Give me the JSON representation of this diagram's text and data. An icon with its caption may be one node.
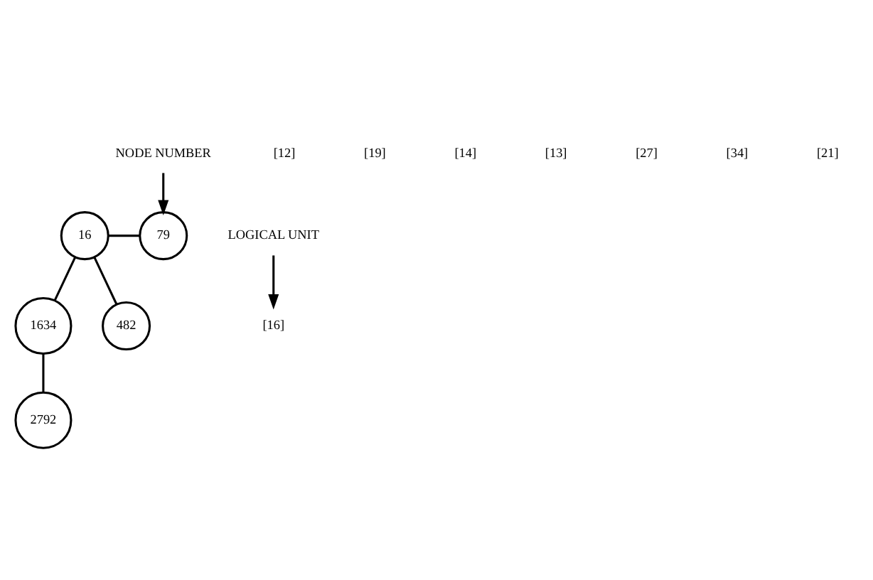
{
  "diagram": {
    "nodes": [
      {
        "text": [
          "NODE NUMBER"
        ]
      },
      {
        "text": [
          "16"
        ]
      },
      {
        "text": [
          "79"
        ]
      },
      {
        "text": [
          "LOGICAL UNIT"
        ]
      },
      {
        "text": [
          "[16]"
        ]
      },
      {
        "text": [
          "1634"
        ]
      },
      {
        "text": [
          "482"
        ]
      },
      {
        "text": [
          "2792"
        ]
      }
    ],
    "edges": [
      {
        "from": 0,
        "to": 2,
        "arrow": "to"
      },
      {
        "from": 3,
        "to": 4,
        "arrow": "to"
      },
      {
        "from": 1,
        "to": 2,
        "arrow": "none"
      },
      {
        "from": 1,
        "to": 5,
        "arrow": "none"
      },
      {
        "from": 1,
        "to": 6,
        "arrow": "none"
      },
      {
        "from": 5,
        "to": 7,
        "arrow": "none"
      }
    ],
    "labels": [
      "[12]",
      "[19]",
      "[14]",
      "[13]",
      "[27]",
      "[34]",
      "[21]"
    ]
  }
}
